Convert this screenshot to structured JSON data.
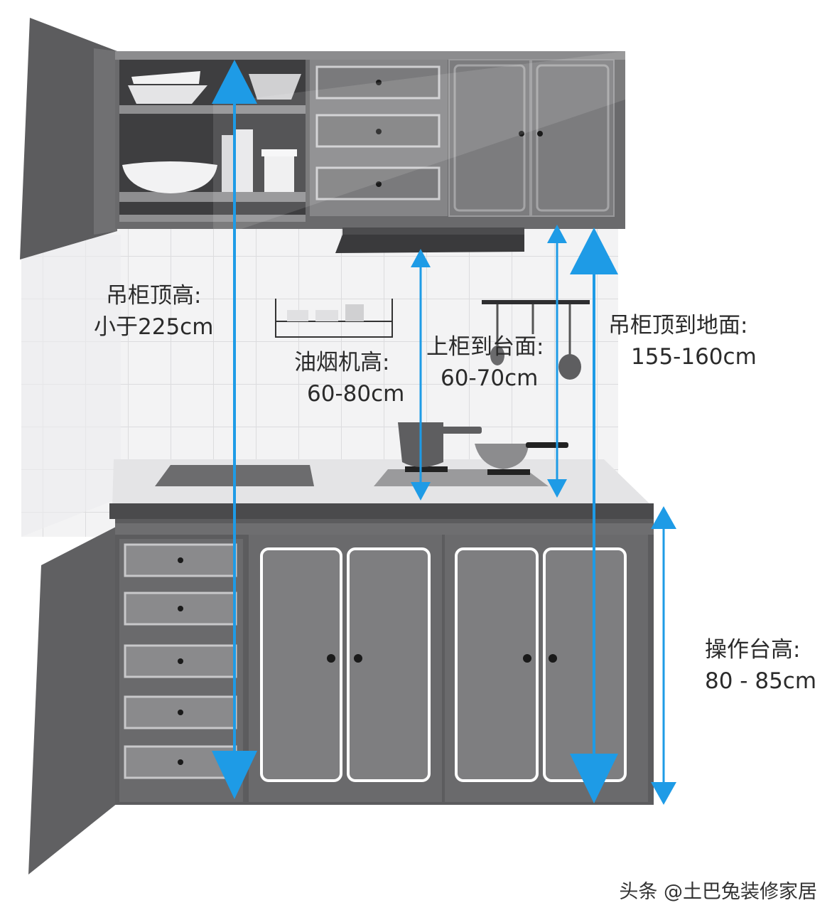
{
  "labels": {
    "wall_cabinet_top": {
      "title": "吊柜顶高:",
      "value": "小于225cm"
    },
    "range_hood": {
      "title": "油烟机高:",
      "value": "60-80cm"
    },
    "upper_to_counter": {
      "title": "上柜到台面:",
      "value": "60-70cm"
    },
    "cabinet_top_to_floor": {
      "title": "吊柜顶到地面:",
      "value": "155-160cm"
    },
    "counter_height": {
      "title": "操作台高:",
      "value": "80 - 85cm"
    }
  },
  "watermark": "头条 @土巴兔装修家居",
  "colors": {
    "arrow": "#1e9be6",
    "cabinet_dark": "#5a5a5c",
    "cabinet_mid": "#6e6e70",
    "cabinet_light": "#8a8a8c",
    "tile": "#f1f1f2",
    "countertop": "#e6e6e8"
  }
}
